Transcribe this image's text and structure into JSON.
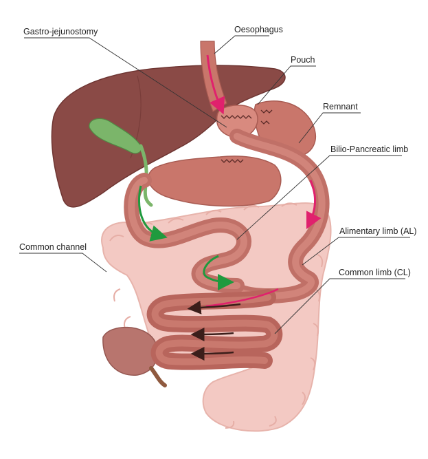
{
  "labels": {
    "gastro_jejunostomy": "Gastro-jejunostomy",
    "oesophagus": "Oesophagus",
    "pouch": "Pouch",
    "remnant": "Remnant",
    "bilio_pancreatic_limb": "Bilio-Pancreatic limb",
    "alimentary_limb": "Alimentary limb (AL)",
    "common_channel": "Common channel",
    "common_limb": "Common limb (CL)"
  },
  "colors": {
    "liver": "#8a4a46",
    "liver_dark": "#6e3532",
    "stomach": "#c9766b",
    "stomach_light": "#e3a398",
    "intestine": "#b8655c",
    "colon": "#f3c9c3",
    "gallbladder": "#7bb56a",
    "food_arrow": "#e0216d",
    "bile_arrow": "#1f9a3e",
    "chyme_arrow": "#3b1e1a"
  }
}
